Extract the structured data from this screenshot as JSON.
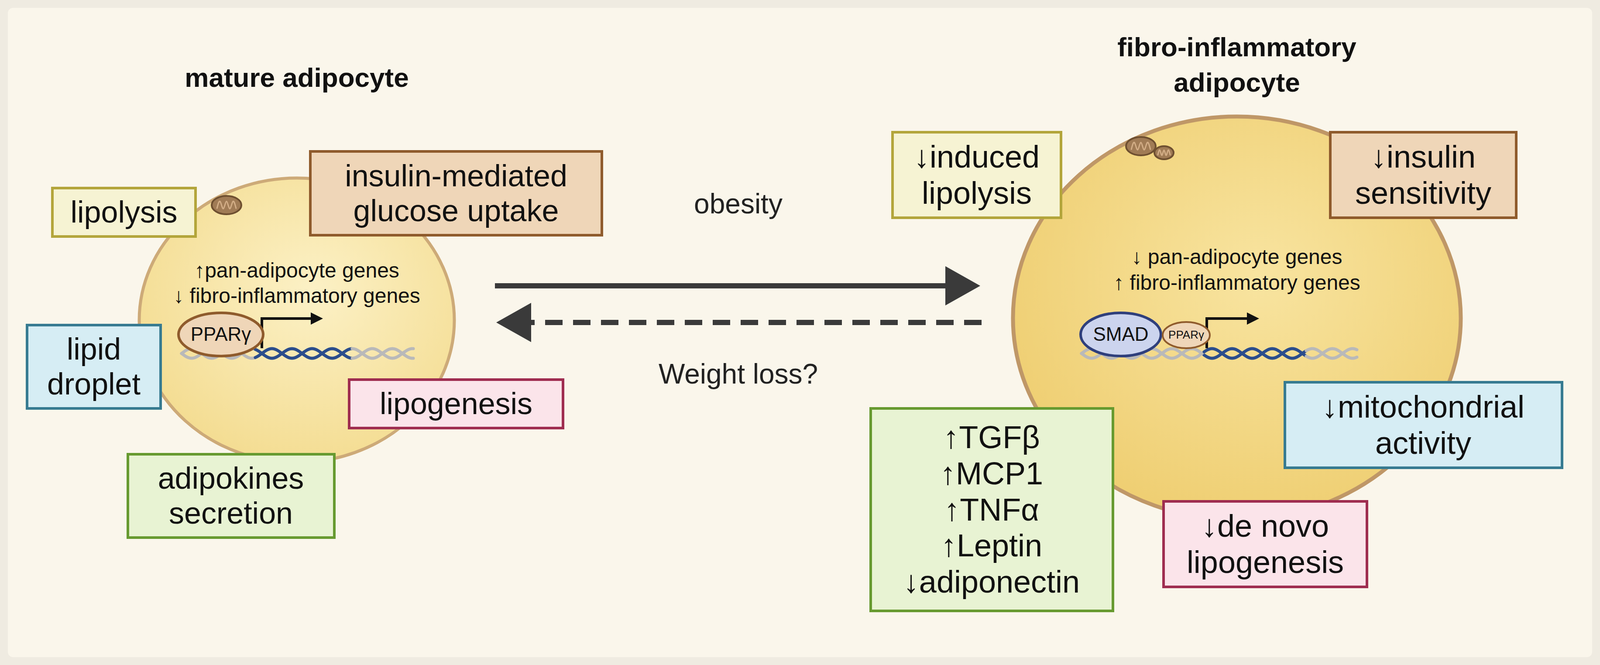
{
  "diagram": {
    "nodes": [
      {
        "text": [
          "mature adipocyte",
          "↑pan-adipocyte genes",
          "↓ fibro-inflammatory genes"
        ]
      },
      {
        "text": [
          "PPARγ"
        ],
        "in": 0
      },
      {
        "text": [
          "lipolysis"
        ]
      },
      {
        "text": [
          "insulin-mediated glucose uptake"
        ]
      },
      {
        "text": [
          "lipid droplet"
        ]
      },
      {
        "text": [
          "lipogenesis"
        ]
      },
      {
        "text": [
          "adipokines secretion"
        ]
      },
      {
        "text": [
          "fibro-inflammatory adipocyte",
          "↓ pan-adipocyte genes",
          "↑ fibro-inflammatory genes"
        ]
      },
      {
        "text": [
          "SMAD"
        ],
        "in": 7
      },
      {
        "text": [
          "PPARγ"
        ],
        "in": 7
      },
      {
        "text": [
          "↓induced lipolysis"
        ]
      },
      {
        "text": [
          "↓insulin sensitivity"
        ]
      },
      {
        "text": [
          "↑TGFβ",
          "↑MCP1",
          "↑TNFα",
          "↑Leptin",
          "↓adiponectin"
        ]
      },
      {
        "text": [
          "↓mitochondrial activity"
        ]
      },
      {
        "text": [
          "↓de novo lipogenesis"
        ]
      }
    ],
    "edges": [
      {
        "from": 0,
        "to": 7,
        "arrow": "to",
        "label": "obesity"
      },
      {
        "from": 7,
        "to": 0,
        "arrow": "to",
        "label": "Weight loss?"
      }
    ]
  }
}
